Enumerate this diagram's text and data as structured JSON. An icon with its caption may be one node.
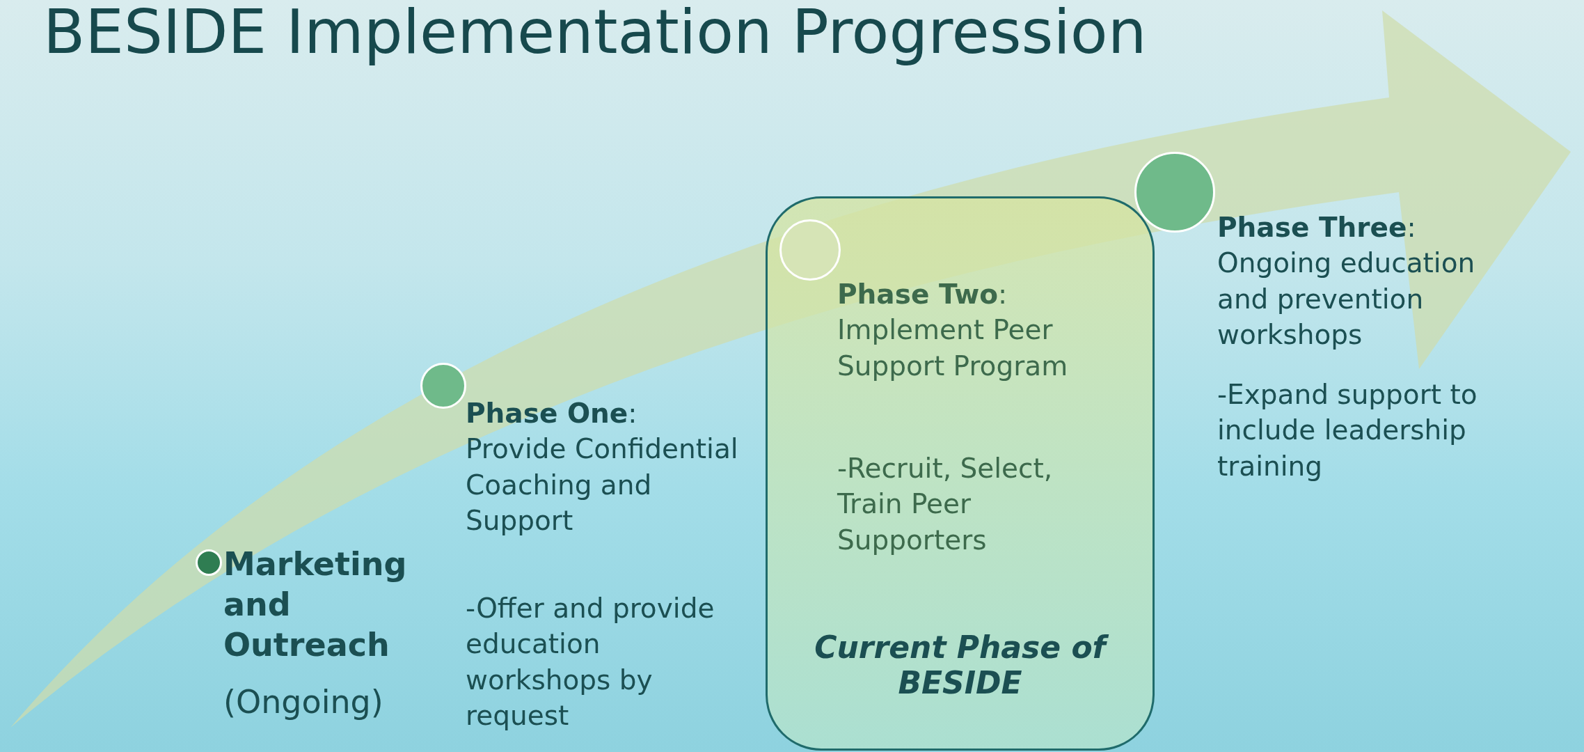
{
  "diagram": {
    "title": "BESIDE Implementation Progression",
    "nodes": [
      {
        "text": [],
        "shape": "circle",
        "beside": [
          "Marketing and Outreach",
          "(Ongoing)"
        ]
      },
      {
        "text": [],
        "shape": "circle",
        "beside": [
          "**Phase One**: Provide Confidential Coaching and Support",
          "-Offer and provide education workshops by request"
        ]
      },
      {
        "text": [
          "Current Phase of BESIDE"
        ]
      },
      {
        "text": [],
        "shape": "circle",
        "in": 2,
        "beside": [
          "**Phase Two**: Implement Peer Support Program",
          "-Recruit, Select, Train Peer Supporters"
        ]
      },
      {
        "text": [],
        "shape": "circle",
        "beside": [
          "**Phase Three**: Ongoing education and prevention workshops",
          "-Expand support to include leadership training"
        ]
      }
    ]
  }
}
